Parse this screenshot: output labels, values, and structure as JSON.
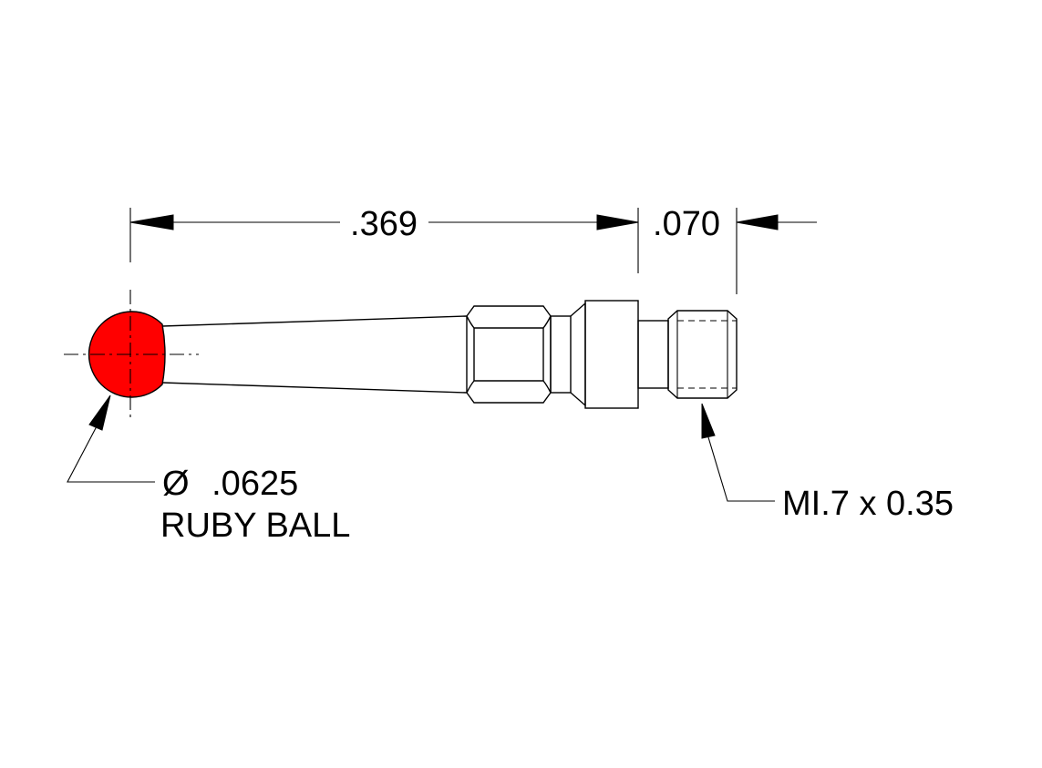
{
  "dimensions": {
    "length_value": ".369",
    "thread_length_value": ".070"
  },
  "ball_callout": {
    "diameter_symbol": "Ø",
    "diameter_value": ".0625",
    "material_label": "RUBY BALL"
  },
  "thread_callout": {
    "thread_spec": "MI.7 x 0.35"
  },
  "colors": {
    "ruby_ball": "#ff0000",
    "line": "#000000",
    "background": "#ffffff"
  }
}
